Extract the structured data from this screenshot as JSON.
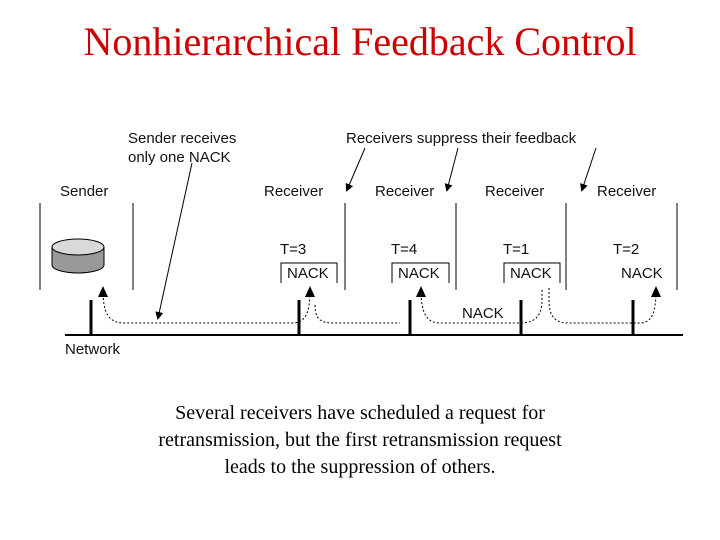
{
  "title": "Nonhierarchical Feedback Control",
  "annotations": {
    "sender_note_line1": "Sender receives",
    "sender_note_line2": "only one NACK",
    "suppress_note": "Receivers suppress their feedback"
  },
  "nodes": {
    "sender": "Sender",
    "receivers": [
      "Receiver",
      "Receiver",
      "Receiver",
      "Receiver"
    ]
  },
  "timers": [
    "T=3",
    "T=4",
    "T=1",
    "T=2"
  ],
  "nack_labels": [
    "NACK",
    "NACK",
    "NACK",
    "NACK"
  ],
  "network_nack": "NACK",
  "network_label": "Network",
  "caption": {
    "line1": "Several receivers have scheduled a request for",
    "line2": "retransmission, but the first retransmission request",
    "line3": "leads to the suppression of others."
  }
}
